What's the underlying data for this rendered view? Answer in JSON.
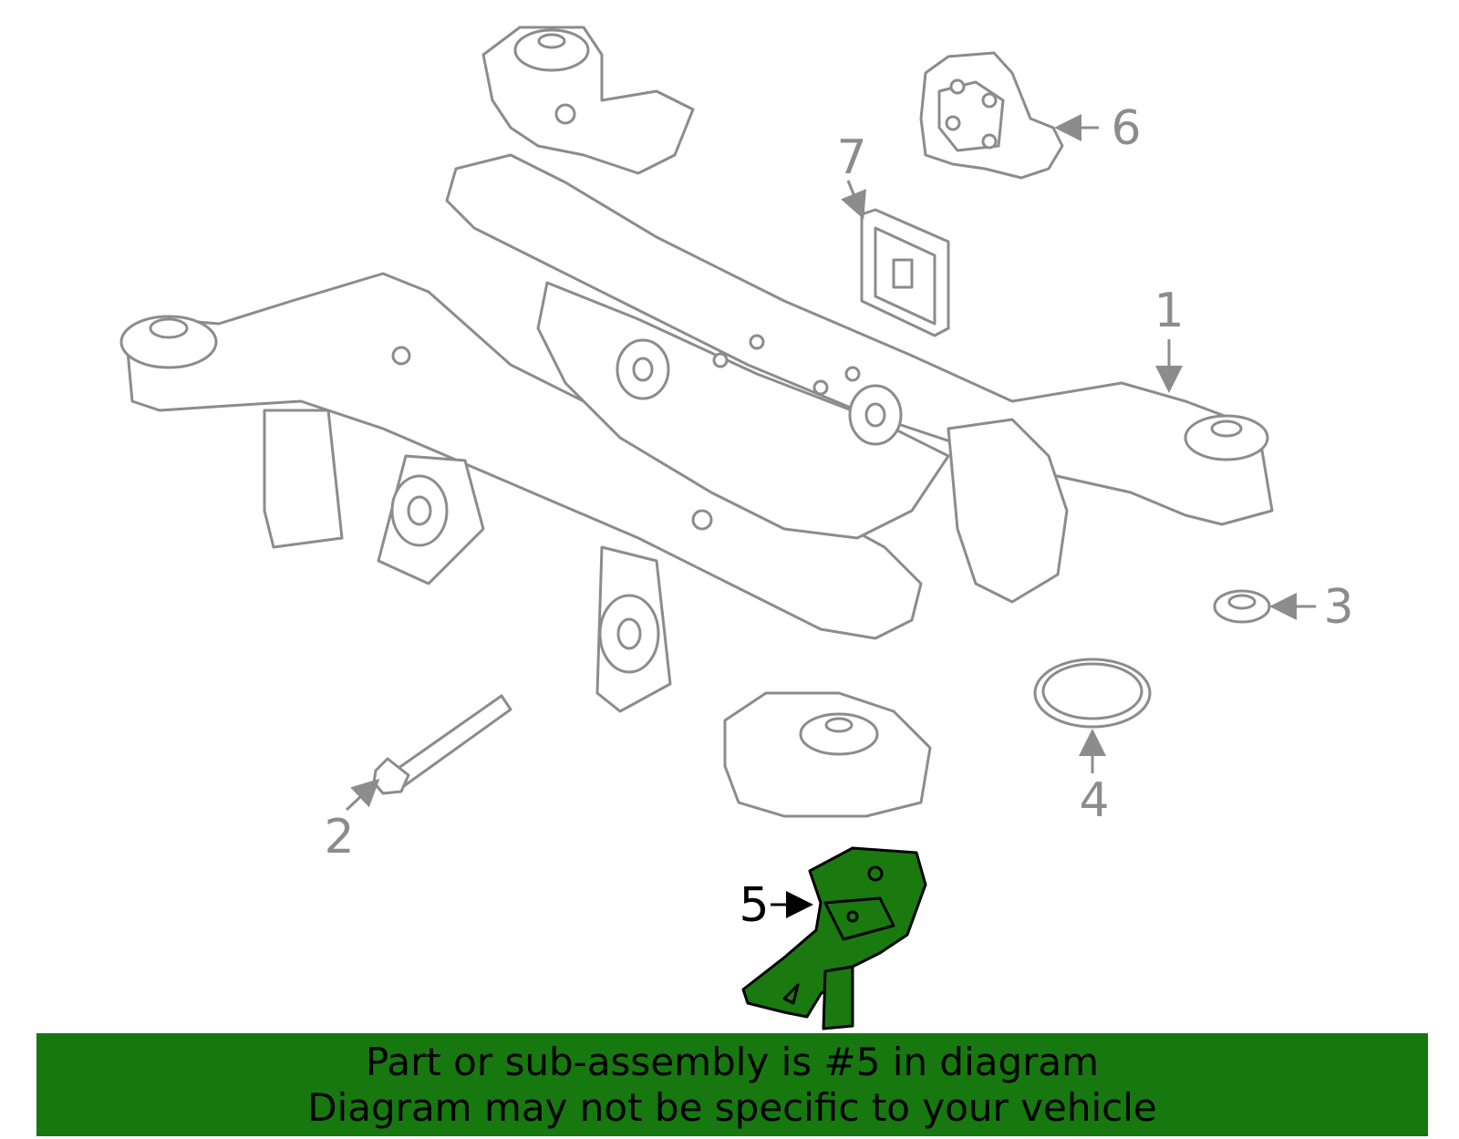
{
  "colors": {
    "outline_gray": "#8c8c8c",
    "highlight_fill": "#1a7a10",
    "highlight_stroke": "#000000",
    "banner_bg": "#17780f",
    "banner_text": "#000000"
  },
  "callouts": {
    "c1": "1",
    "c2": "2",
    "c3": "3",
    "c4": "4",
    "c5": "5",
    "c6": "6",
    "c7": "7"
  },
  "highlighted_part": "5",
  "banner": {
    "line1": "Part or sub-assembly is #5 in diagram",
    "line2": "Diagram may not be specific to your vehicle"
  }
}
